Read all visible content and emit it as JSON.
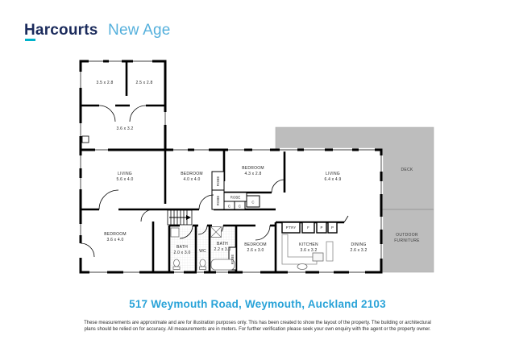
{
  "logo": {
    "brand": "Harcourts",
    "suffix": "New Age"
  },
  "address": "517 Weymouth Road, Weymouth, Auckland 2103",
  "disclaimer": {
    "line1": "These measurements are approximate and are for illustration purposes only. This has been created to show the layout of the property. The building or architectural",
    "line2": "plans should be relied on for accuracy. All measurements are in meters. For further verification please seek your own enquiry with the agent or the property owner."
  },
  "plan": {
    "rooms": [
      {
        "label": "",
        "dims": "3.5 x 2.8"
      },
      {
        "label": "",
        "dims": "2.5 x 2.8"
      },
      {
        "label": "",
        "dims": "3.6 x 3.2"
      },
      {
        "label": "LIVING",
        "dims": "5.6 x 4.0"
      },
      {
        "label": "BEDROOM",
        "dims": "4.0 x 4.0"
      },
      {
        "label": "BEDROOM",
        "dims": "4.3 x 2.8"
      },
      {
        "label": "LIVING",
        "dims": "6.4 x 4.9"
      },
      {
        "label": "BEDROOM",
        "dims": "3.6 x 4.0"
      },
      {
        "label": "BATH",
        "dims": "2.0 x 3.0"
      },
      {
        "label": "WC",
        "dims": ""
      },
      {
        "label": "BATH",
        "dims": "2.2 x 3.0"
      },
      {
        "label": "BEDROOM",
        "dims": "2.6 x 3.0"
      },
      {
        "label": "KITCHEN",
        "dims": "3.6 x 3.2"
      },
      {
        "label": "DINING",
        "dims": "2.6 x 3.2"
      },
      {
        "label": "DECK",
        "dims": ""
      },
      {
        "label": "OUTDOOR",
        "dims": "FURNITURE"
      },
      {
        "label": "P'TRY",
        "dims": ""
      }
    ],
    "small_labels": {
      "robe": "ROBE",
      "closet": "C",
      "fridge": "F",
      "pantry_unit": "P",
      "wc": "WC"
    },
    "colors": {
      "deck_gray": "#bdbdbd",
      "wall_black": "#000000",
      "address_blue": "#2aa3d8",
      "brand_navy": "#1b2b5c",
      "brand_teal": "#00b2cb",
      "brand_light_blue": "#55b0dc"
    }
  }
}
